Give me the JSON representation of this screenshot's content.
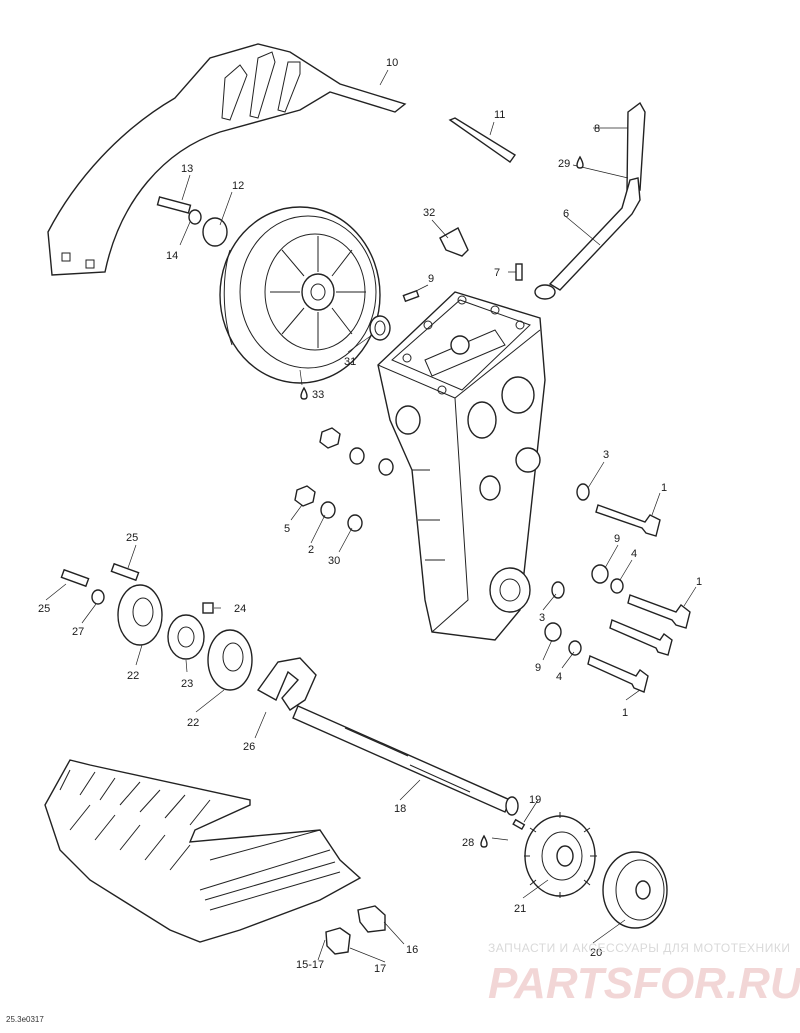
{
  "labels": {
    "p1a": "1",
    "p1b": "1",
    "p1c": "1",
    "p2": "2",
    "p3a": "3",
    "p3b": "3",
    "p4a": "4",
    "p4b": "4",
    "p5": "5",
    "p6": "6",
    "p7": "7",
    "p8": "8",
    "p9a": "9",
    "p9b": "9",
    "p9c": "9",
    "p10": "10",
    "p11": "11",
    "p12": "12",
    "p13": "13",
    "p14": "14",
    "p15_17": "15-17",
    "p16": "16",
    "p17": "17",
    "p18": "18",
    "p19": "19",
    "p20": "20",
    "p21": "21",
    "p22a": "22",
    "p22b": "22",
    "p23": "23",
    "p24": "24",
    "p25a": "25",
    "p25b": "25",
    "p26": "26",
    "p27": "27",
    "p28": "28",
    "p29": "29",
    "p30": "30",
    "p31": "31",
    "p32": "32",
    "p33": "33"
  },
  "drawing_code": "25.3e0317",
  "watermark": {
    "caption": "ЗАПЧАСТИ И АКСЕССУАРЫ ДЛЯ МОТОТЕХНИКИ",
    "logo": "PARTSFOR.RU"
  },
  "colors": {
    "ink": "#222222",
    "watermark_text": "#d9d9d9",
    "watermark_logo": "#f2d6d6"
  }
}
